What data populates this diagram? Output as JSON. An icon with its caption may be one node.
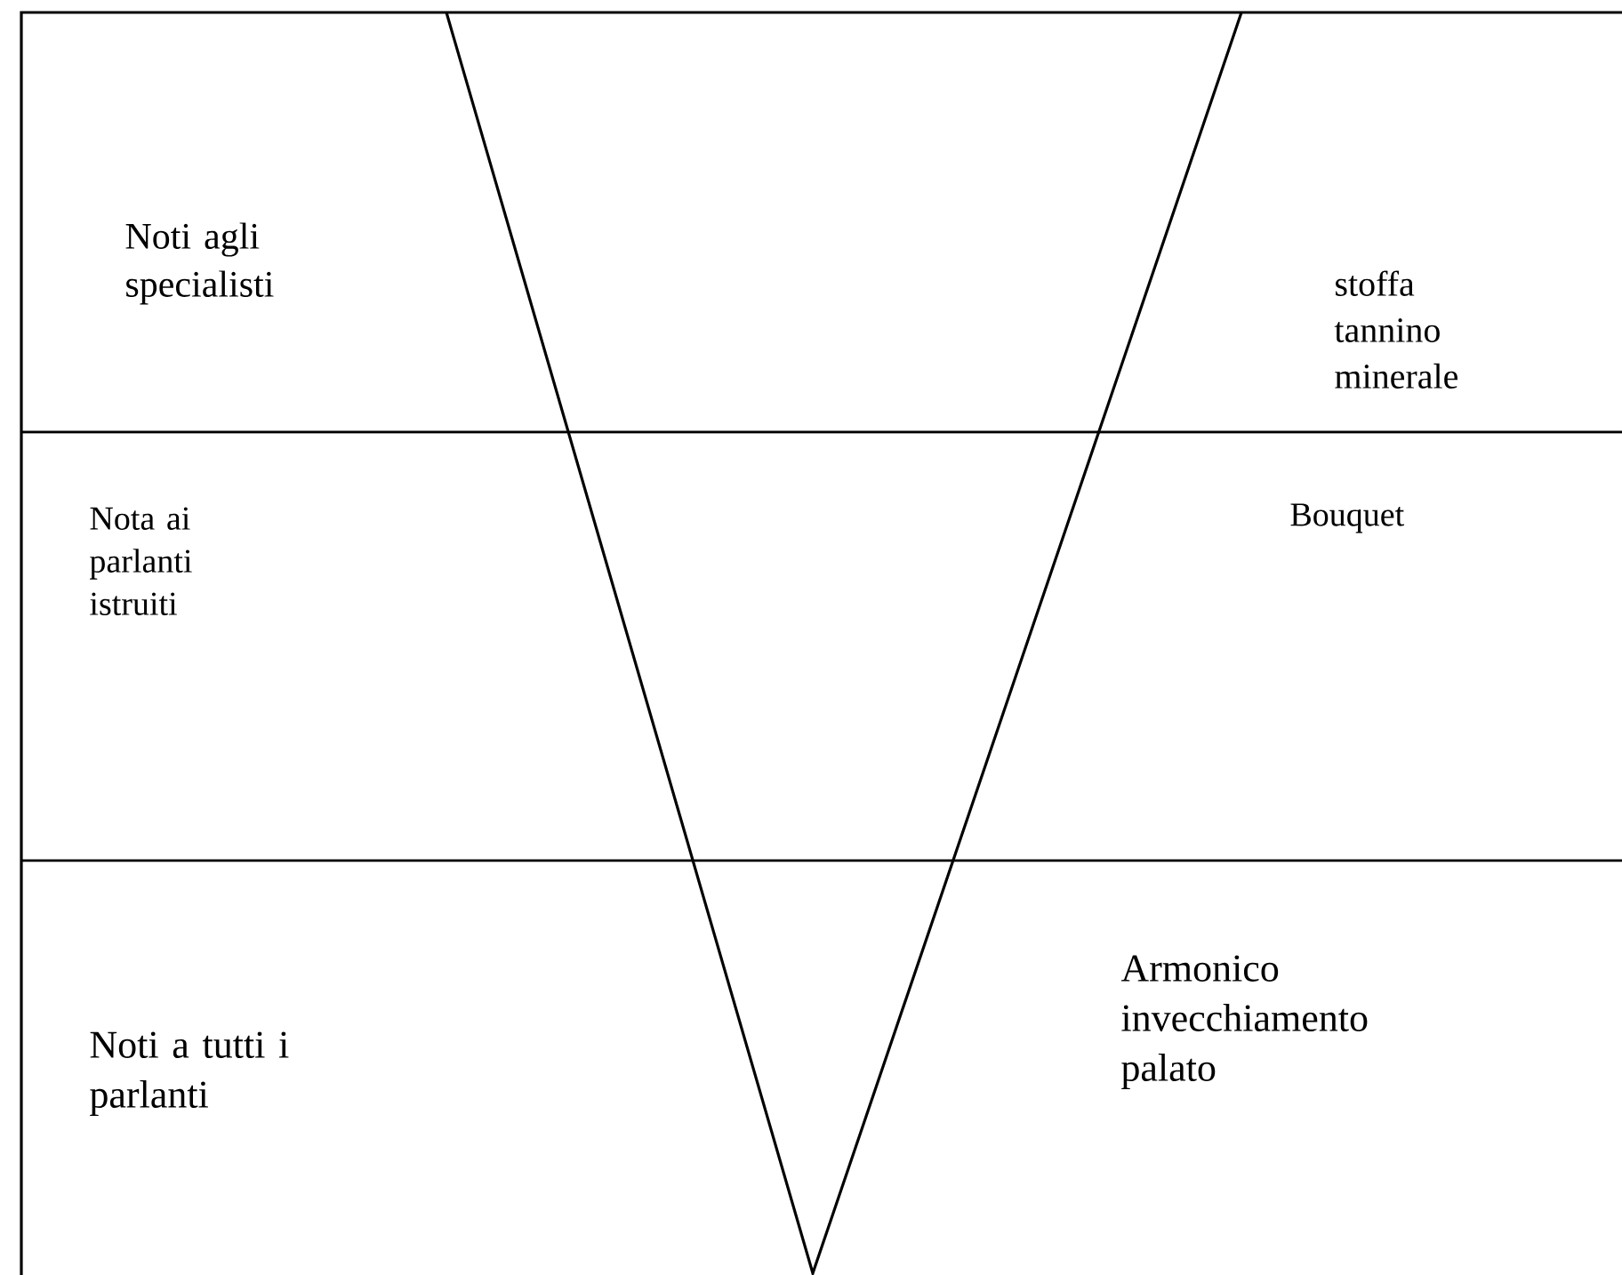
{
  "diagram": {
    "labels": [
      "Noti agli specialisti",
      "stoffa tannino minerale",
      "Nota ai parlanti istruiti",
      "Bouquet",
      "Noti a tutti i parlanti",
      "Armonico invecchiamento palato"
    ]
  }
}
